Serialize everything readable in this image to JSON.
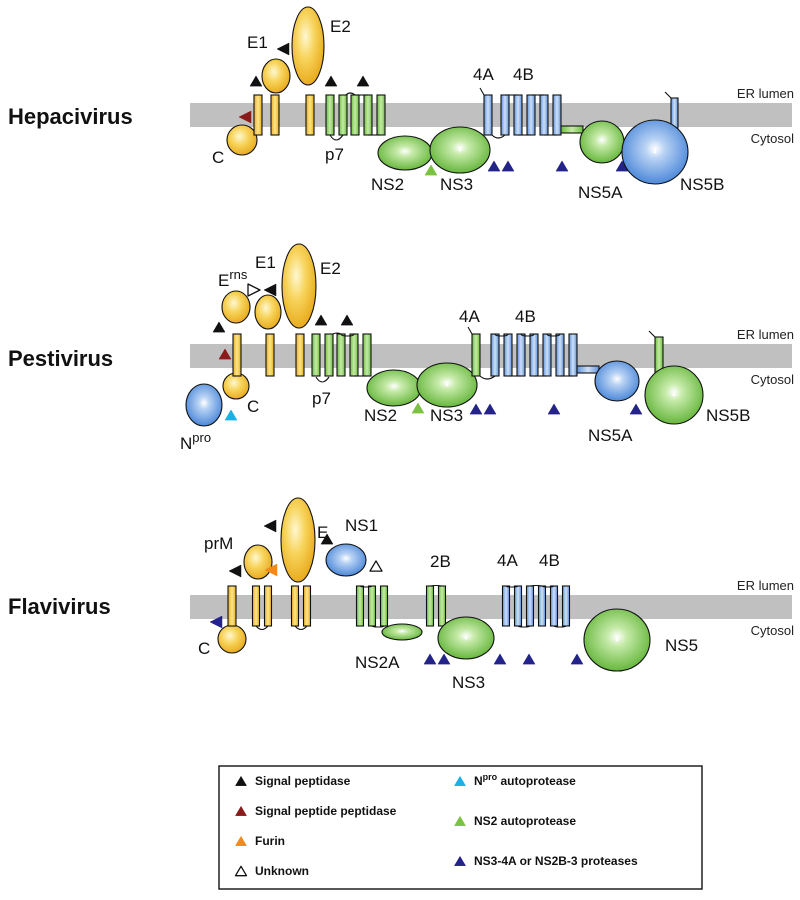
{
  "panels": [
    {
      "genus": "Hepacivirus",
      "er_lumen": "ER lumen",
      "cytosol": "Cytosol",
      "labels": {
        "C": "C",
        "E1": "E1",
        "E2": "E2",
        "p7": "p7",
        "NS2": "NS2",
        "NS3": "NS3",
        "4A": "4A",
        "4B": "4B",
        "NS5A": "NS5A",
        "NS5B": "NS5B"
      }
    },
    {
      "genus": "Pestivirus",
      "er_lumen": "ER lumen",
      "cytosol": "Cytosol",
      "labels": {
        "Erns_base": "E",
        "Erns_sup": "rns",
        "E1": "E1",
        "E2": "E2",
        "C": "C",
        "Npro_base": "N",
        "Npro_sup": "pro",
        "p7": "p7",
        "NS2": "NS2",
        "NS3": "NS3",
        "4A": "4A",
        "4B": "4B",
        "NS5A": "NS5A",
        "NS5B": "NS5B"
      }
    },
    {
      "genus": "Flavivirus",
      "er_lumen": "ER lumen",
      "cytosol": "Cytosol",
      "labels": {
        "prM": "prM",
        "E": "E",
        "NS1": "NS1",
        "C": "C",
        "NS2A": "NS2A",
        "2B": "2B",
        "4A": "4A",
        "4B": "4B",
        "NS3": "NS3",
        "NS5": "NS5"
      }
    }
  ],
  "legend": {
    "items": [
      {
        "text": "Signal peptidase",
        "color": "#111111",
        "filled": true
      },
      {
        "text": "Signal peptide peptidase",
        "color": "#8b1a1a",
        "filled": true
      },
      {
        "text": "Furin",
        "color": "#f08a1c",
        "filled": true
      },
      {
        "text": "Unknown",
        "color": "#111111",
        "filled": false
      },
      {
        "text_base": "N",
        "text_sup": "pro",
        "text_rest": " autoprotease",
        "color": "#1bb0e6",
        "filled": true
      },
      {
        "text": "NS2 autoprotease",
        "color": "#7cc242",
        "filled": true
      },
      {
        "text": "NS3-4A or NS2B-3 proteases",
        "color": "#23238a",
        "filled": true
      }
    ]
  },
  "colors": {
    "structural": "#f5c842",
    "ns_green": "#7ecb55",
    "ns_blue": "#6a9be0",
    "membrane": "#c0c0c0"
  }
}
